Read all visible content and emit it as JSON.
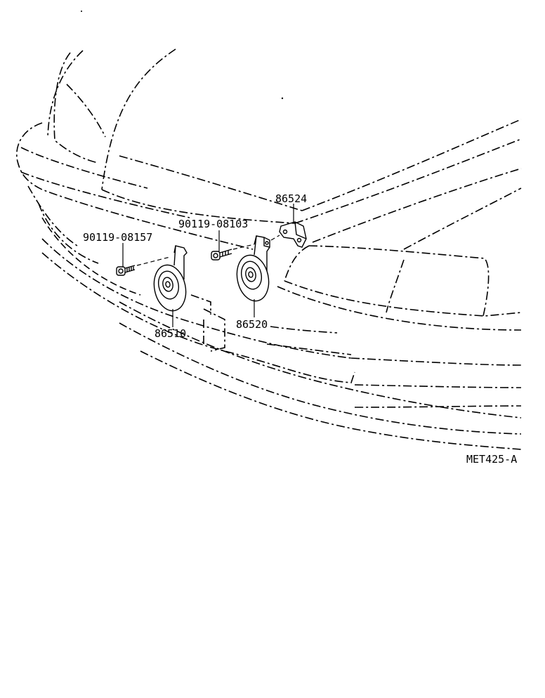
{
  "diagram": {
    "parts": [
      {
        "key": "bolt_left",
        "label": "90119-08157",
        "icon": "bolt-icon"
      },
      {
        "key": "bolt_right",
        "label": "90119-08103",
        "icon": "bolt-icon"
      },
      {
        "key": "bracket",
        "label": "86524",
        "icon": "bracket-icon"
      },
      {
        "key": "horn_low",
        "label": "86510",
        "icon": "horn-icon"
      },
      {
        "key": "horn_high",
        "label": "86520",
        "icon": "horn-icon"
      }
    ],
    "figure_code": "MET425-A"
  }
}
